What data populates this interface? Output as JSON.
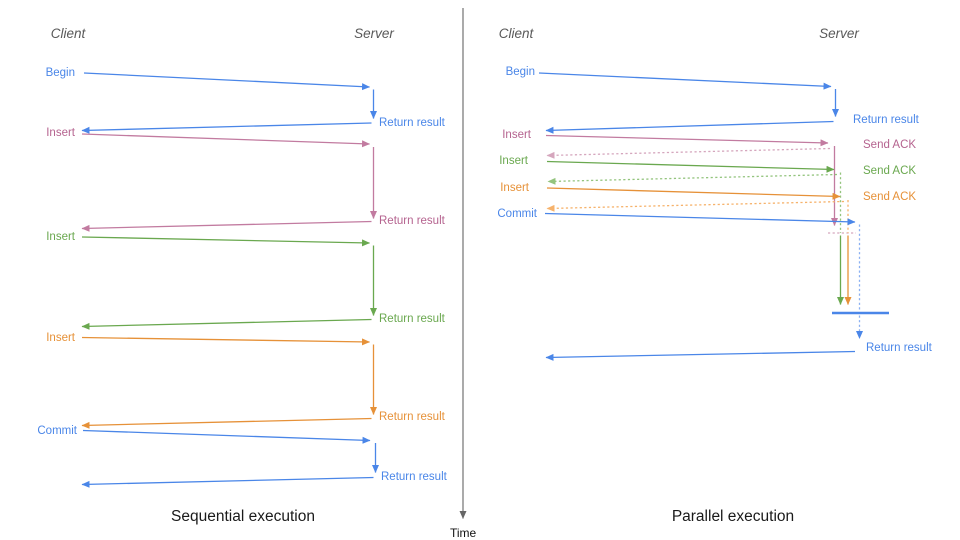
{
  "colors": {
    "blue": "#4a86e8",
    "blue_light": "#8ab0f2",
    "pink": "#b5638f",
    "pink_line": "#c27ba0",
    "pink_light": "#d5a6bd",
    "green": "#6aa84f",
    "green_light": "#93c47d",
    "orange": "#e69138",
    "orange_light": "#f6b26b",
    "header_gray": "#595959",
    "axis": "#666666",
    "caption_dark": "#1a1a1a",
    "time_dark": "#111111"
  },
  "left": {
    "caption": "Sequential execution",
    "headers": {
      "client": "Client",
      "server": "Server"
    },
    "steps": [
      {
        "name": "begin",
        "label": "Begin",
        "return_label": "Return result"
      },
      {
        "name": "insert1",
        "label": "Insert",
        "return_label": "Return result"
      },
      {
        "name": "insert2",
        "label": "Insert",
        "return_label": "Return result"
      },
      {
        "name": "insert3",
        "label": "Insert",
        "return_label": "Return result"
      },
      {
        "name": "commit",
        "label": "Commit",
        "return_label": "Return result"
      }
    ]
  },
  "right": {
    "caption": "Parallel execution",
    "headers": {
      "client": "Client",
      "server": "Server"
    },
    "steps": [
      {
        "name": "begin",
        "label": "Begin",
        "return_label": "Return result"
      },
      {
        "name": "insert1",
        "label": "Insert",
        "ack_label": "Send ACK"
      },
      {
        "name": "insert2",
        "label": "Insert",
        "ack_label": "Send ACK"
      },
      {
        "name": "insert3",
        "label": "Insert",
        "ack_label": "Send ACK"
      },
      {
        "name": "commit",
        "label": "Commit",
        "return_label": "Return result"
      }
    ]
  },
  "time_axis": {
    "label": "Time"
  }
}
